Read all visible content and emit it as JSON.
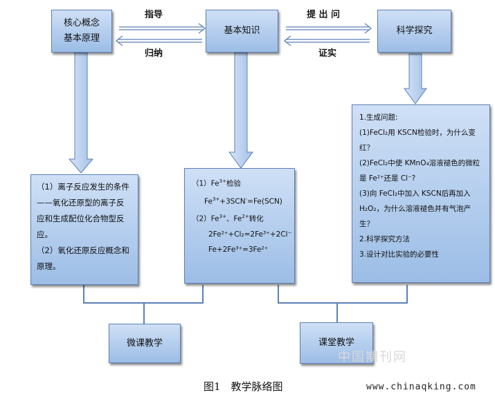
{
  "boxes": {
    "core": [
      "核心概念",
      "基本原理"
    ],
    "basic": "基本知识",
    "explore": "科学探究",
    "micro": "微课教学",
    "class": "课堂教学"
  },
  "edges": {
    "guide": "指导",
    "induce": "归纳",
    "ask": "提 出 问",
    "verify": "证实"
  },
  "left_content": [
    "（1）离子反应发生的条件",
    "——氧化还原型的离子反",
    "应和生成配位化合物型反",
    "应。",
    "（2）氧化还原反应概念和",
    "原理。"
  ],
  "mid_content": {
    "l1_a": "（1）Fe",
    "l1_sup": "3+",
    "l1_b": "检验",
    "l2_a": "Fe",
    "l2_sup1": "3+",
    "l2_b": "+3SCN",
    "l2_sup2": "-",
    "l2_c": "=Fe(SCN)",
    "l3_a": "（2）Fe",
    "l3_sup1": "3+",
    "l3_b": "、Fe",
    "l3_sup2": "2+",
    "l3_c": "转化",
    "l4": "2Fe²⁺+Cl₂=2Fe³⁺+2Cl⁻",
    "l5": "Fe+2Fe³⁺=3Fe²⁺"
  },
  "right_content": [
    "1.生成问题:",
    "(1)FeCl₂用 KSCN检验时，为什么变",
    "红？",
    "(2)FeCl₂中使 KMnO₄溶液褪色的微粒",
    "是 Fe²⁺还是 Cl⁻?",
    "(3)向 FeCl₂中加入 KSCN后再加入",
    "H₂O₂，为什么溶液褪色并有气泡产",
    "生？",
    "2.科学探究方法",
    "3.设计对比实验的必要性"
  ],
  "caption": "图1　教学脉络图",
  "watermark": {
    "cn": "中国期刊网",
    "url": "www.chinaqking.com"
  },
  "colors": {
    "box_top": "#cfe0f6",
    "box_bottom": "#9cbde6",
    "border": "#5b7fb6",
    "arrow_fill": "#b9cdea",
    "arrow_stroke": "#5b7fb6"
  }
}
